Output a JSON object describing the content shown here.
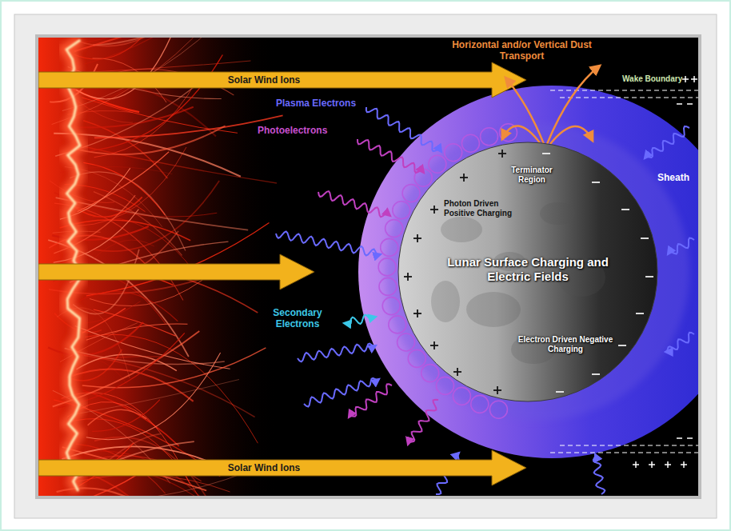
{
  "diagram": {
    "nodes": [
      {
        "text": [
          "Terminator Region",
          "Photon Driven Positive Charging",
          "Lunar Surface Charging and Electric Fields",
          "Electron Driven Negative Charging"
        ]
      }
    ],
    "labels": [
      "Horizontal and/or Vertical Dust Transport",
      "Solar Wind Ions",
      "Wake Boundary",
      "Plasma Electrons",
      "Photoelectrons",
      "Sheath",
      "Secondary Electrons",
      "Solar Wind Ions"
    ]
  }
}
